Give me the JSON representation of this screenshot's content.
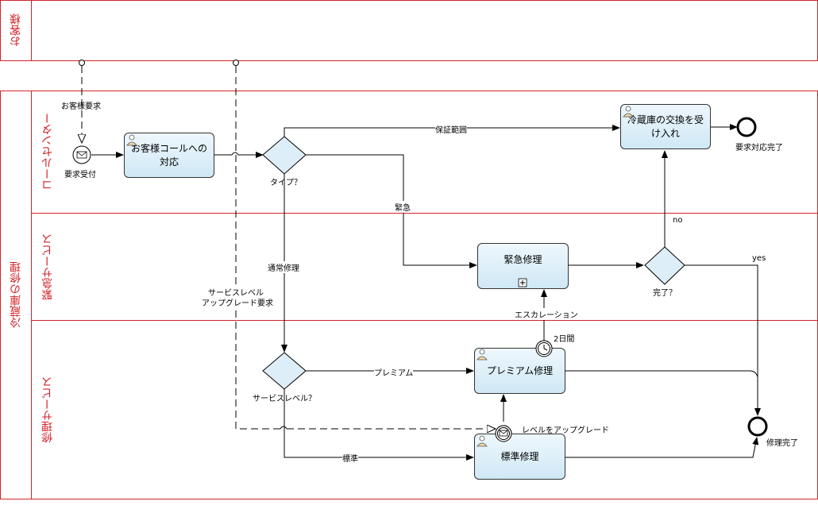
{
  "pools": {
    "customer": "お客様",
    "fridge_repair": "冷蔵庫の修理"
  },
  "lanes": {
    "call_center": "コールセンター",
    "emergency_service": "緊急サービス",
    "repair_service": "修理サービス"
  },
  "tasks": {
    "handle_call": "お客様コールへの対応",
    "accept_exchange": "冷蔵庫の交換を受け入れ",
    "emergency_repair": "緊急修理",
    "premium_repair": "プレミアム修理",
    "standard_repair": "標準修理"
  },
  "events": {
    "request_received": "要求受付",
    "request_done": "要求対応完了",
    "repair_done": "修理完了",
    "two_days": "2日間",
    "upgrade_level": "レベルをアップグレード"
  },
  "gateways": {
    "type": "タイプ？",
    "completed": "完了？",
    "service_level": "サービスレベル？"
  },
  "flows": {
    "customer_request": "お客様要求",
    "warranty": "保証範囲",
    "emergency": "緊急",
    "normal_repair": "通常修理",
    "service_upgrade_line1": "サービスレベル",
    "service_upgrade_line2": "アップグレード要求",
    "escalation": "エスカレーション",
    "no": "no",
    "yes": "yes",
    "premium": "プレミアム",
    "standard": "標準"
  },
  "colors": {
    "lane_border": "#d2232a",
    "task_fill": "#d8edf8",
    "line": "#000000"
  }
}
